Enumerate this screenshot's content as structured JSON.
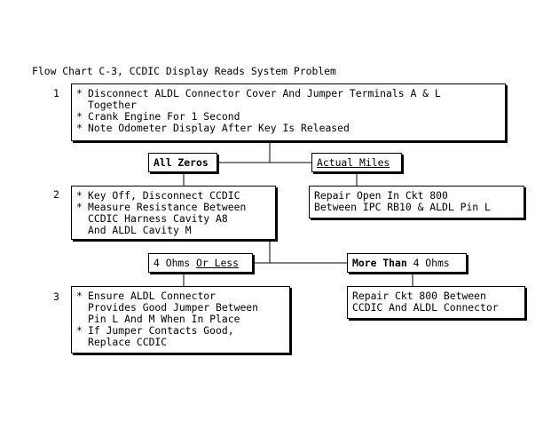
{
  "title": "Flow Chart C-3, CCDIC Display Reads System Problem",
  "steps": {
    "s1": {
      "number": "1",
      "lines": [
        "Disconnect ALDL Connector Cover And Jumper Terminals A & L",
        "Together",
        "Crank Engine For 1 Second",
        "Note Odometer Display After Key Is Released"
      ]
    },
    "s2": {
      "number": "2",
      "lines": [
        "Key Off, Disconnect CCDIC",
        "Measure Resistance Between",
        "CCDIC Harness Cavity A8",
        "And ALDL Cavity M"
      ]
    },
    "s3": {
      "number": "3",
      "lines": [
        "Ensure ALDL Connector",
        "Provides Good Jumper Between",
        "Pin L And M When In Place",
        "If Jumper Contacts Good,",
        "Replace CCDIC"
      ]
    }
  },
  "bullet": "*",
  "decisions": {
    "all_zeros": "All Zeros",
    "actual_miles": "Actual Miles",
    "ohms_4_a": "4 Ohms",
    "ohms_4_b": "Or Less",
    "more_than_a": "More Than",
    "more_than_b": "4 Ohms"
  },
  "results": {
    "repair_open": [
      "Repair Open In Ckt 800",
      "Between IPC RB10 & ALDL Pin L"
    ],
    "repair_ckt": [
      "Repair Ckt 800 Between",
      "CCDIC And ALDL Connector"
    ]
  }
}
